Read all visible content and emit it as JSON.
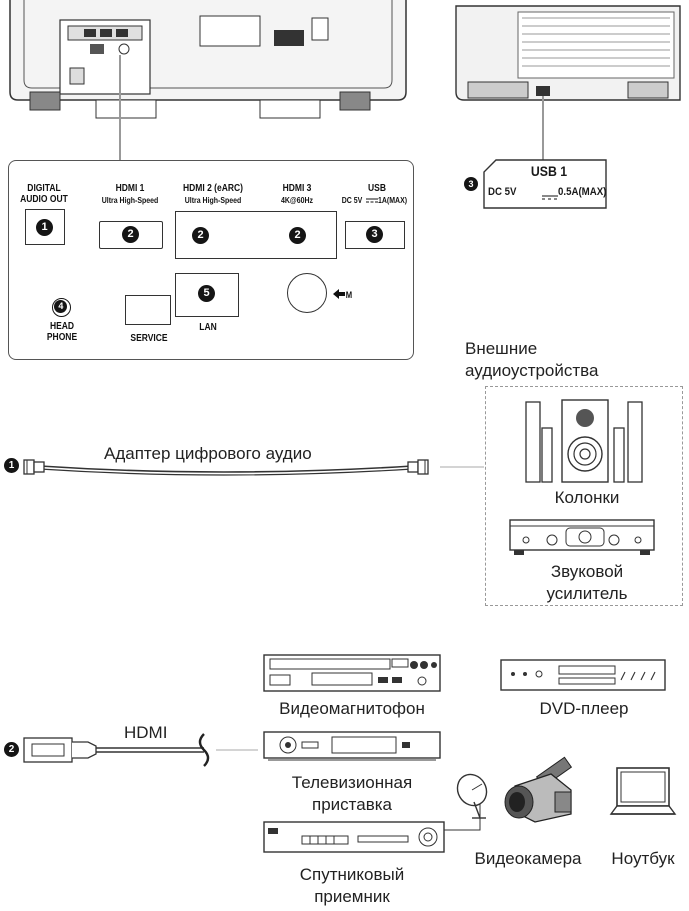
{
  "panel": {
    "digital_audio_out": "DIGITAL\nAUDIO OUT",
    "hdmi1_title": "HDMI 1",
    "hdmi1_sub": "Ultra High-Speed",
    "hdmi2_title": "HDMI 2 (eARC)",
    "hdmi2_sub": "Ultra High-Speed",
    "hdmi3_title": "HDMI 3",
    "hdmi3_sub": "4K@60Hz",
    "usb_title": "USB",
    "usb_sub": "DC 5V",
    "usb_sub2": "1A(MAX)",
    "headphone": "HEAD\nPHONE",
    "service": "SERVICE",
    "lan": "LAN",
    "m_label": "M"
  },
  "usb_callout": {
    "title": "USB 1",
    "spec_left": "DC 5V",
    "spec_right": "0.5A(MAX)"
  },
  "badges": [
    "1",
    "2",
    "2",
    "2",
    "3",
    "4",
    "5",
    "3",
    "1",
    "2"
  ],
  "audio": {
    "external_devices_label": "Внешние\nаудиоустройства",
    "cable_label": "Адаптер цифрового аудио",
    "speakers_label": "Колонки",
    "amplifier_label": "Звуковой\nусилитель"
  },
  "hdmi_section": {
    "cable_label": "HDMI",
    "vcr_label": "Видеомагнитофон",
    "dvd_label": "DVD-плеер",
    "settop_label": "Телевизионная\nприставка",
    "satellite_label": "Спутниковый\nприемник",
    "camcorder_label": "Видеокамера",
    "laptop_label": "Ноутбук"
  }
}
